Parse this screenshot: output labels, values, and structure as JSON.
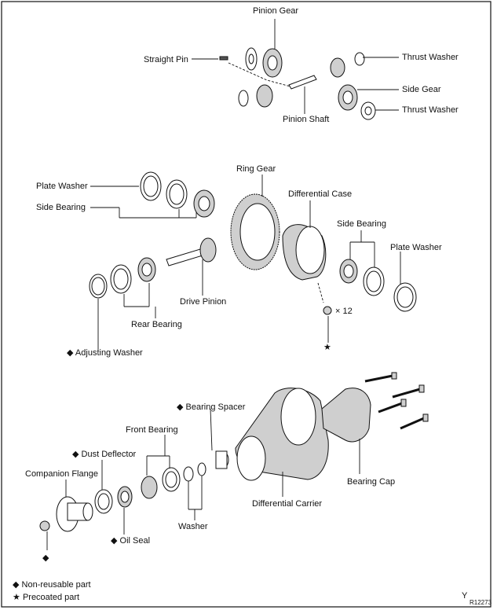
{
  "labels": {
    "pinion_gear": "Pinion Gear",
    "straight_pin": "Straight Pin",
    "thrust_washer_top": "Thrust Washer",
    "side_gear": "Side Gear",
    "thrust_washer_2": "Thrust Washer",
    "pinion_shaft": "Pinion Shaft",
    "ring_gear": "Ring Gear",
    "plate_washer_left": "Plate Washer",
    "side_bearing_left": "Side Bearing",
    "differential_case": "Differential Case",
    "side_bearing_right": "Side Bearing",
    "plate_washer_right": "Plate Washer",
    "bolt_qty": "× 12",
    "drive_pinion": "Drive Pinion",
    "rear_bearing": "Rear Bearing",
    "adjusting_washer": "Adjusting Washer",
    "bearing_spacer": "Bearing Spacer",
    "front_bearing": "Front Bearing",
    "dust_deflector": "Dust Deflector",
    "companion_flange": "Companion Flange",
    "bearing_cap": "Bearing Cap",
    "differential_carrier": "Differential Carrier",
    "oil_seal": "Oil Seal",
    "washer": "Washer"
  },
  "symbols": {
    "diamond": "◆",
    "star": "★"
  },
  "legend": {
    "non_reusable": "Non-reusable part",
    "precoated": "Precoated part"
  },
  "corner": {
    "letter": "Y",
    "code": "R12273"
  }
}
